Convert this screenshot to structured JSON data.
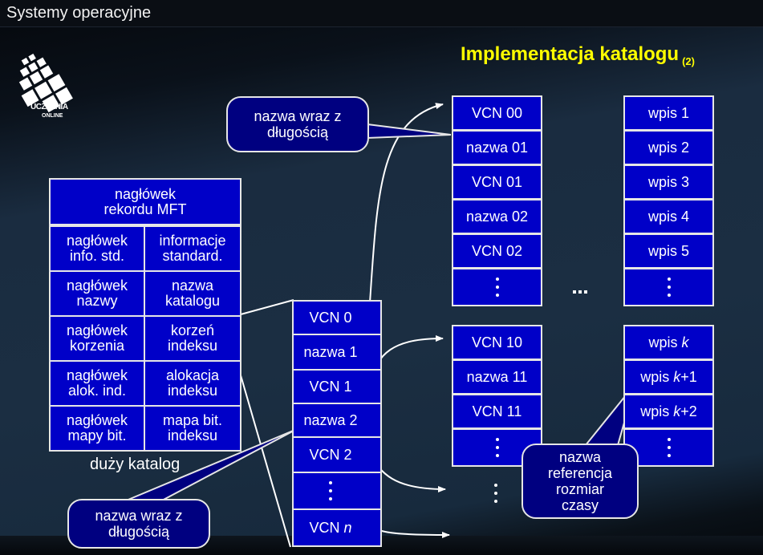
{
  "header": {
    "app_title": "Systemy operacyjne"
  },
  "logo": {
    "line1": "UCZELNIA",
    "line2": "ONLINE",
    "icon": "checkered-grid-logo-icon"
  },
  "slide": {
    "title": "Implementacja katalogu",
    "title_suffix": "(2)"
  },
  "mft_record": {
    "header": [
      "nagłówek",
      "rekordu MFT"
    ],
    "rows": [
      {
        "left": [
          "nagłówek",
          "info. std."
        ],
        "right": [
          "informacje",
          "standard."
        ]
      },
      {
        "left": [
          "nagłówek",
          "nazwy"
        ],
        "right": [
          "nazwa",
          "katalogu"
        ]
      },
      {
        "left": [
          "nagłówek",
          "korzenia"
        ],
        "right": [
          "korzeń",
          "indeksu"
        ]
      },
      {
        "left": [
          "nagłówek",
          "alok. ind."
        ],
        "right": [
          "alokacja",
          "indeksu"
        ]
      },
      {
        "left": [
          "nagłówek",
          "mapy bit."
        ],
        "right": [
          "mapa bit.",
          "indeksu"
        ]
      }
    ],
    "caption": "duży katalog"
  },
  "index_root": {
    "cells": [
      "VCN 0",
      "nazwa 1",
      "VCN 1",
      "nazwa 2",
      "VCN 2",
      "⋮",
      "VCN n"
    ]
  },
  "index_blocks": {
    "block0": [
      "VCN 00",
      "nazwa 01",
      "VCN 01",
      "nazwa 02",
      "VCN 02",
      "⋮"
    ],
    "block1": [
      "VCN 10",
      "nazwa 11",
      "VCN 11",
      "⋮"
    ],
    "more": "..."
  },
  "entries": {
    "group0": [
      "wpis 1",
      "wpis 2",
      "wpis 3",
      "wpis 4",
      "wpis 5",
      "⋮"
    ],
    "group1": [
      {
        "prefix": "wpis ",
        "var": "k",
        "suffix": ""
      },
      {
        "prefix": "wpis ",
        "var": "k",
        "suffix": "+1"
      },
      {
        "prefix": "wpis ",
        "var": "k",
        "suffix": "+2"
      },
      {
        "dots": true
      }
    ]
  },
  "callouts": {
    "top": [
      "nazwa wraz z",
      "długością"
    ],
    "bottom": [
      "nazwa wraz z",
      "długością"
    ],
    "entry": [
      "nazwa",
      "referencja",
      "rozmiar",
      "czasy"
    ]
  },
  "colors": {
    "title": "#ffff00",
    "box_fill": "#0000c8",
    "callout_fill": "#000080",
    "stroke": "#e6e6e6"
  }
}
